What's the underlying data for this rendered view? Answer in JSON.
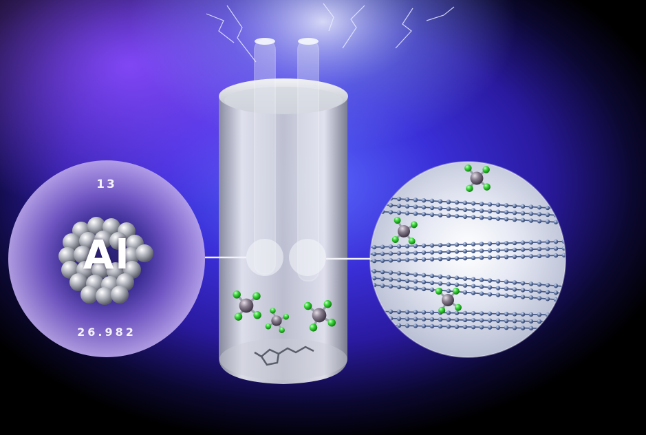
{
  "element": {
    "atomic_number": "13",
    "symbol": "Al",
    "atomic_mass": "26.982"
  },
  "colors": {
    "background": "#000000",
    "glow_violet": "#7a3cf0",
    "glow_blue": "#2a3cff",
    "cell_glass": "#c9ccd6",
    "graphene": "#4a5e8c",
    "halogen_atom": "#37d637",
    "aluminum_atom": "#7e7383"
  },
  "icons": {
    "lightning": "lightning-bolt-icon",
    "electrode": "electrode-tube-icon",
    "chloroaluminate": "alcl4-molecule-icon",
    "imidazolium": "imidazolium-cation-icon",
    "graphite": "graphene-layer-icon"
  }
}
